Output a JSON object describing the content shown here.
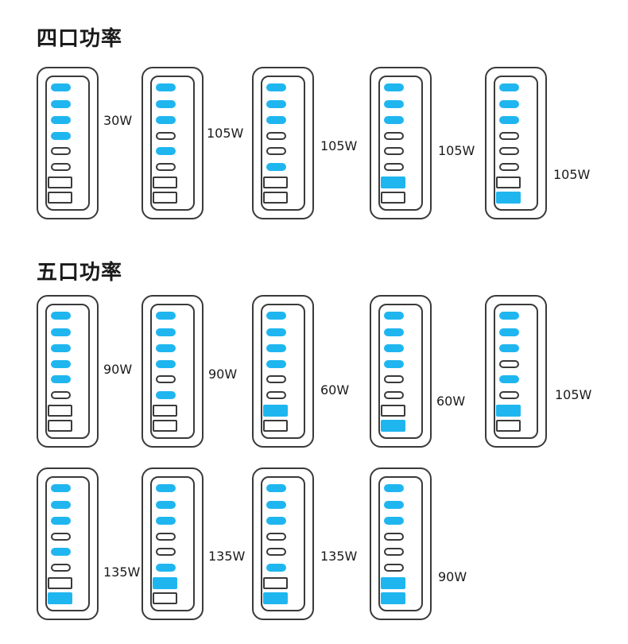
{
  "sections": [
    {
      "title": "四口功率",
      "chargers": [
        {
          "active": [
            1,
            1,
            1,
            1,
            0,
            0,
            0,
            0
          ],
          "watt": "30W"
        },
        {
          "active": [
            1,
            1,
            1,
            0,
            1,
            0,
            0,
            0
          ],
          "watt": "105W"
        },
        {
          "active": [
            1,
            1,
            1,
            0,
            0,
            1,
            0,
            0
          ],
          "watt": "105W"
        },
        {
          "active": [
            1,
            1,
            1,
            0,
            0,
            0,
            1,
            0
          ],
          "watt": "105W"
        },
        {
          "active": [
            1,
            1,
            1,
            0,
            0,
            0,
            0,
            1
          ],
          "watt": "105W"
        }
      ]
    },
    {
      "title": "五口功率",
      "chargers": [
        {
          "active": [
            1,
            1,
            1,
            1,
            1,
            0,
            0,
            0
          ],
          "watt": "90W"
        },
        {
          "active": [
            1,
            1,
            1,
            1,
            0,
            1,
            0,
            0
          ],
          "watt": "90W"
        },
        {
          "active": [
            1,
            1,
            1,
            1,
            0,
            0,
            1,
            0
          ],
          "watt": "60W"
        },
        {
          "active": [
            1,
            1,
            1,
            1,
            0,
            0,
            0,
            1
          ],
          "watt": "60W"
        },
        {
          "active": [
            1,
            1,
            1,
            0,
            1,
            0,
            1,
            0
          ],
          "watt": "105W"
        },
        {
          "active": [
            1,
            1,
            1,
            0,
            1,
            0,
            0,
            1
          ],
          "watt": "135W"
        },
        {
          "active": [
            1,
            1,
            1,
            0,
            0,
            1,
            1,
            0
          ],
          "watt": "135W"
        },
        {
          "active": [
            1,
            1,
            1,
            0,
            0,
            1,
            0,
            1
          ],
          "watt": "135W"
        },
        {
          "active": [
            1,
            1,
            1,
            0,
            0,
            0,
            1,
            1
          ],
          "watt": "90W"
        }
      ]
    }
  ],
  "colors": {
    "active": "#1fb6f0",
    "outline": "#3a3a3a"
  }
}
